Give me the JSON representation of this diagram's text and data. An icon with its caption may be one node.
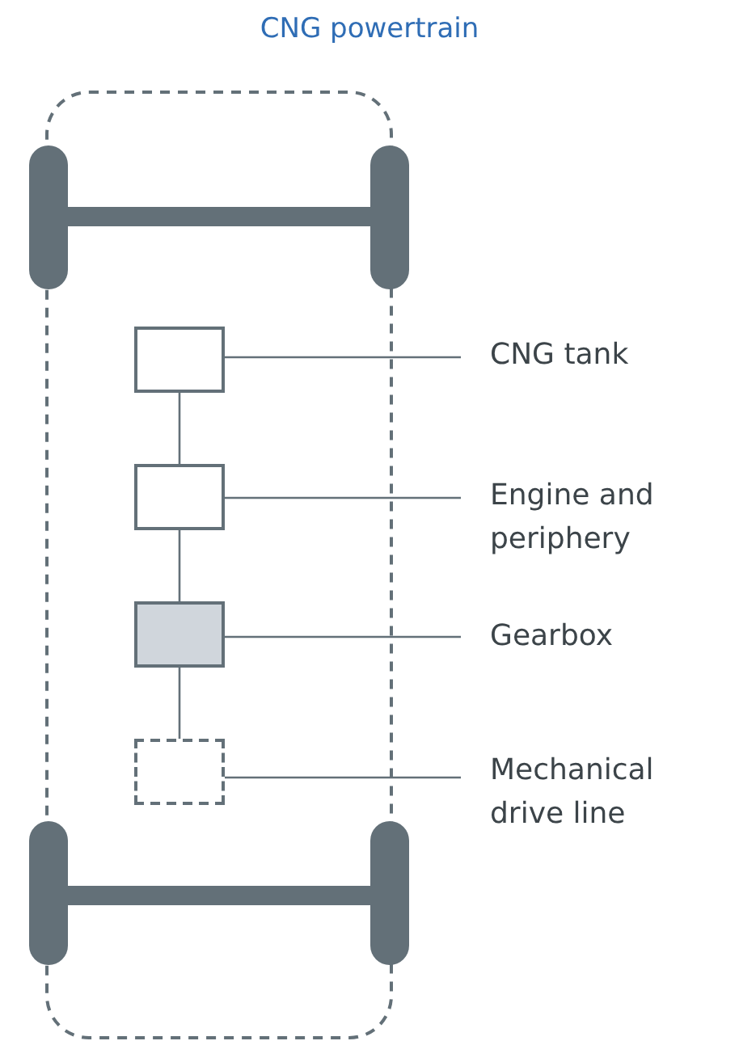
{
  "diagram": {
    "title": "CNG powertrain",
    "nodes": [
      {
        "text": [
          "CNG tank"
        ]
      },
      {
        "text": [],
        "shape": "box"
      },
      {
        "text": [
          "Engine and periphery"
        ]
      },
      {
        "text": [],
        "shape": "box"
      },
      {
        "text": [
          "Gearbox"
        ]
      },
      {
        "text": [],
        "shape": "box"
      },
      {
        "text": [
          "Mechanical drive line"
        ]
      },
      {
        "text": [],
        "shape": "box"
      }
    ],
    "edges": [
      {
        "from": 0,
        "to": 1,
        "arrow": "none"
      },
      {
        "from": 1,
        "to": 3,
        "arrow": "none"
      },
      {
        "from": 2,
        "to": 3,
        "arrow": "none"
      },
      {
        "from": 3,
        "to": 5,
        "arrow": "none"
      },
      {
        "from": 4,
        "to": 5,
        "arrow": "none"
      },
      {
        "from": 5,
        "to": 7,
        "arrow": "none"
      },
      {
        "from": 6,
        "to": 7,
        "arrow": "none"
      }
    ]
  }
}
